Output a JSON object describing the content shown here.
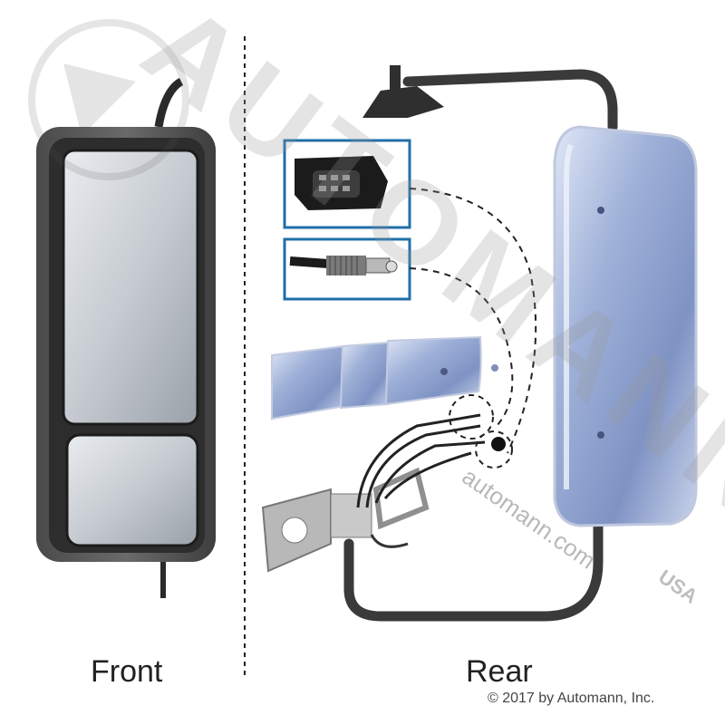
{
  "captions": {
    "front": "Front",
    "rear": "Rear"
  },
  "copyright": "© 2017 by Automann, Inc.",
  "watermark": {
    "brand": "AUTOMANN",
    "url": "automann.com",
    "suffix": "USA"
  },
  "colors": {
    "callout_border": "#1f6fa8",
    "chrome": "#9fb1d8",
    "frame": "#5a5a5a",
    "cable": "#222222"
  }
}
